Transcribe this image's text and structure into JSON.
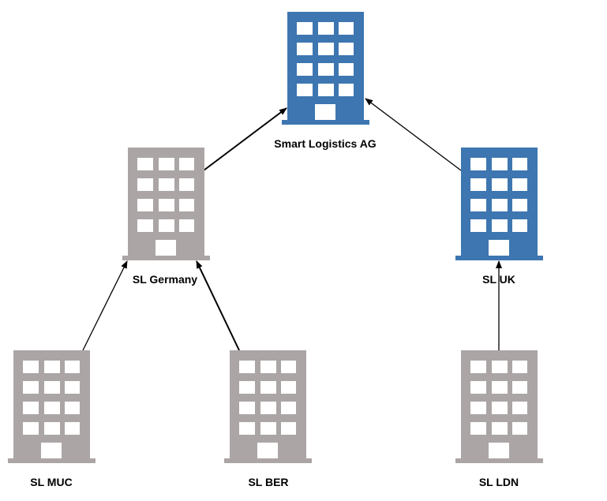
{
  "colors": {
    "primary": "#3d76b0",
    "secondary": "#aba5a5",
    "arrow": "#000000"
  },
  "nodes": {
    "hq": {
      "label": "Smart Logistics AG",
      "icon": "building-icon"
    },
    "germany": {
      "label": "SL Germany",
      "icon": "building-icon"
    },
    "uk": {
      "label": "SL UK",
      "icon": "building-icon"
    },
    "muc": {
      "label": "SL MUC",
      "icon": "building-icon"
    },
    "ber": {
      "label": "SL BER",
      "icon": "building-icon"
    },
    "ldn": {
      "label": "SL LDN",
      "icon": "building-icon"
    }
  },
  "edges": [
    {
      "from": "germany",
      "to": "hq"
    },
    {
      "from": "uk",
      "to": "hq"
    },
    {
      "from": "muc",
      "to": "germany"
    },
    {
      "from": "ber",
      "to": "germany"
    },
    {
      "from": "ldn",
      "to": "uk"
    }
  ]
}
